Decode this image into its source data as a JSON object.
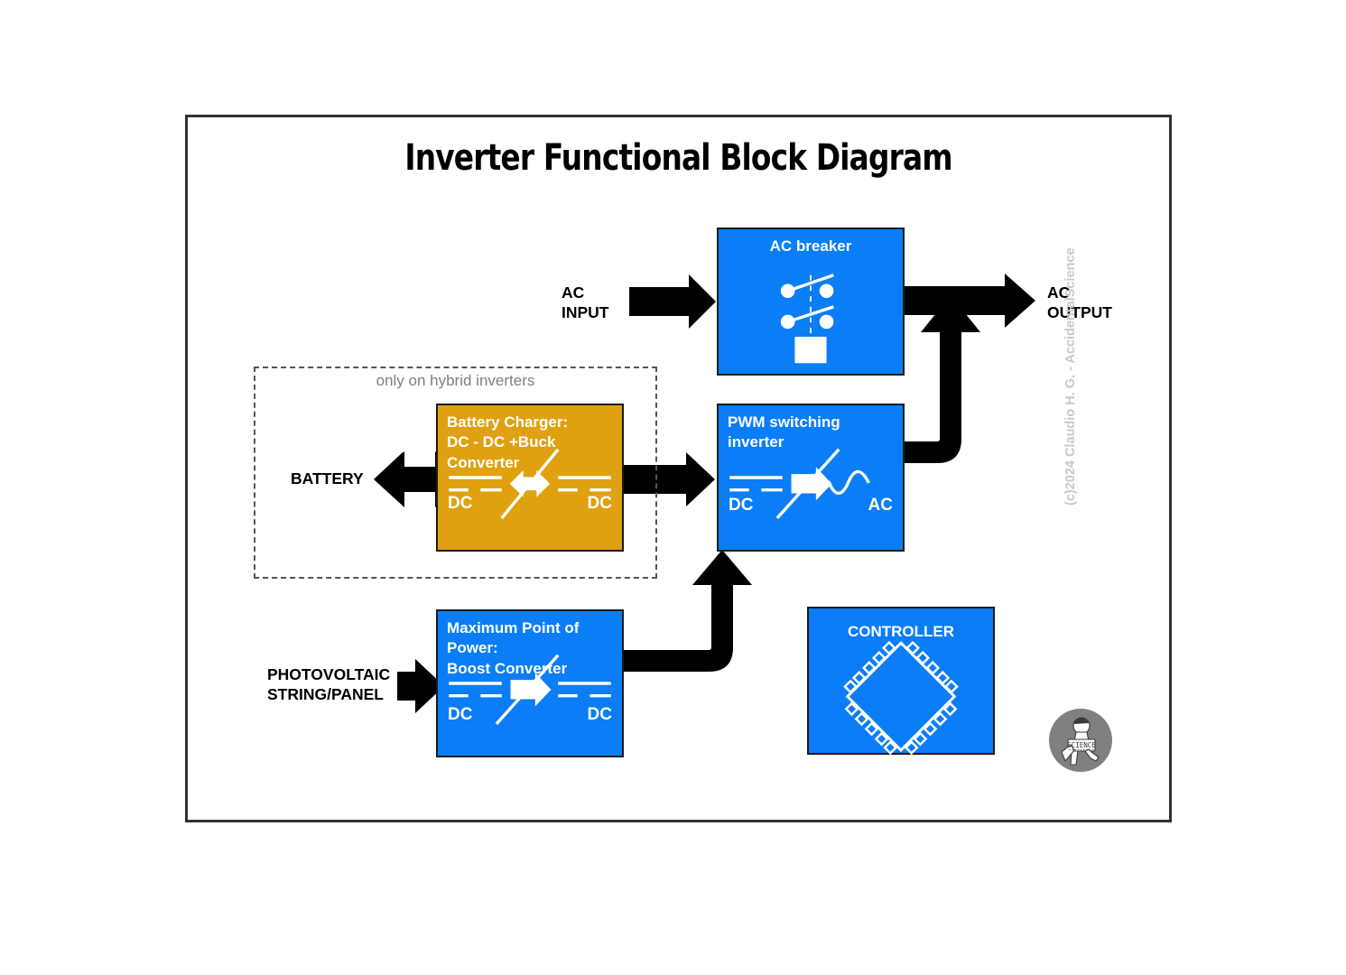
{
  "page": {
    "title": "Inverter Functional Block Diagram",
    "background": "#ffffff",
    "frame_color": "#333333"
  },
  "colors": {
    "block_blue": "#0b7df7",
    "block_amber": "#e0a111",
    "arrow_black": "#000000",
    "hybrid_dash": "#555555",
    "hybrid_caption": "#808080",
    "watermark": "#c9c9c9",
    "logo_circle": "#808080"
  },
  "blocks": {
    "ac_breaker": {
      "label": "AC breaker"
    },
    "battery_charger": {
      "label": "Battery Charger:\nDC - DC +Buck Converter",
      "input_type": "DC",
      "output_type": "DC"
    },
    "pwm_inverter": {
      "label": "PWM switching inverter",
      "input_type": "DC",
      "output_type": "AC"
    },
    "mppt_boost": {
      "label": "Maximum Point of Power:\nBoost Converter",
      "input_type": "DC",
      "output_type": "DC"
    },
    "controller": {
      "label": "CONTROLLER"
    }
  },
  "io_labels": {
    "ac_input": "AC\nINPUT",
    "ac_output": "AC\nOUTPUT",
    "battery": "BATTERY",
    "photovoltaic": "PHOTOVOLTAIC\nSTRING/PANEL"
  },
  "annotations": {
    "hybrid_note": "only on hybrid inverters"
  },
  "footer": {
    "copyright": "(c)2024 Claudio H. G. - AccidentalScience",
    "logo_text": "SCIENCE"
  }
}
